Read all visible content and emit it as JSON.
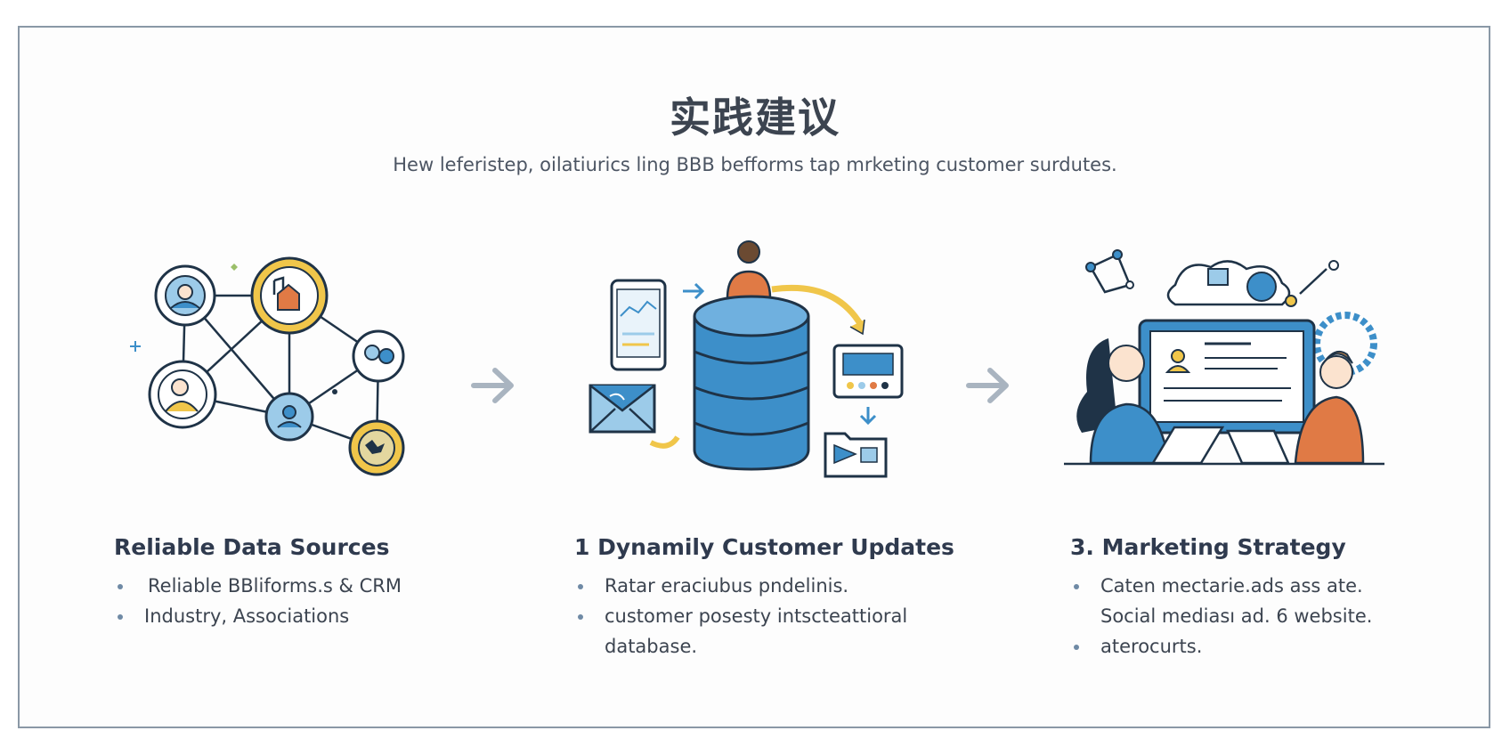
{
  "title": "实践建议",
  "subtitle": "Hew leferistep, oilatiurics ling BBB befforms tap mrketing customer surdutes.",
  "columns": [
    {
      "heading": "Reliable Data Sources",
      "bullets": [
        "Reliable BBliforms.s & CRM",
        "Industry, Associations"
      ],
      "continuation": ""
    },
    {
      "heading": "1 Dynamily Customer Updates",
      "bullets": [
        "Ratar eraciubus pndelinis.",
        "customer posesty intscteattioral"
      ],
      "continuation": "database."
    },
    {
      "heading": "3. Marketing Strategy",
      "bullets": [
        "Caten mectarie.ads ass ate.",
        "aterocurts."
      ],
      "continuation": "Social mediası ad. 6 website."
    }
  ],
  "colors": {
    "primary_blue": "#3d8fc9",
    "light_blue": "#9ccbe9",
    "accent_yellow": "#f0c64a",
    "accent_orange": "#e07a45",
    "outline": "#1f3347",
    "arrow_grey": "#a9b4c0",
    "border": "#8a98a6"
  },
  "icons": [
    "network-icon",
    "database-icon",
    "marketing-team-icon",
    "arrow-right-icon"
  ]
}
